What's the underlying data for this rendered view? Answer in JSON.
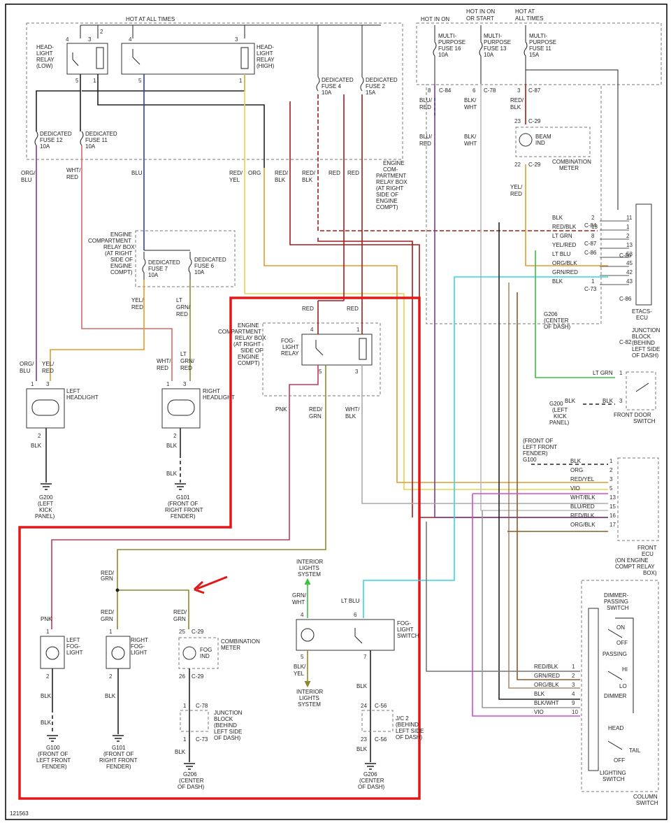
{
  "title": "",
  "figure_id": "121563",
  "colors": {
    "frame": "#000000",
    "highlight": "#e01818",
    "black": "#222222",
    "red": "#a01c1c",
    "orange": "#e59a2c",
    "yellow": "#e8d44a",
    "blue": "#3040a0",
    "purple": "#7a3c8a",
    "white": "#aaaaaa",
    "green": "#3cc13c",
    "ltblue": "#36d6e4",
    "violet": "#d44ad4",
    "brown": "#8b5a2b",
    "olive": "#8a8a2a"
  },
  "supply": {
    "hot_all_top": "HOT AT ALL TIMES",
    "hot_in_on": "HOT IN ON",
    "hot_on_start": [
      "HOT IN ON",
      "OR START"
    ],
    "hot_all_right": [
      "HOT AT",
      "ALL TIMES"
    ]
  },
  "relays": {
    "headlight_low": [
      "HEAD-",
      "LIGHT",
      "RELAY",
      "(LOW)"
    ],
    "headlight_high": [
      "HEAD-",
      "LIGHT",
      "RELAY",
      "(HIGH)"
    ],
    "fog_relay": [
      "FOG-",
      "LIGHT",
      "RELAY"
    ]
  },
  "fuses": {
    "ded4": [
      "DEDICATED",
      "FUSE 4",
      "10A"
    ],
    "ded2": [
      "DEDICATED",
      "FUSE 2",
      "15A"
    ],
    "ded12": [
      "DEDICATED",
      "FUSE 12",
      "10A"
    ],
    "ded11": [
      "DEDICATED",
      "FUSE 11",
      "10A"
    ],
    "ded7": [
      "DEDICATED",
      "FUSE 7",
      "10A"
    ],
    "ded6": [
      "DEDICATED",
      "FUSE 6",
      "10A"
    ],
    "mp16": [
      "MULTI-",
      "PURPOSE",
      "FUSE 16",
      "10A"
    ],
    "mp13": [
      "MULTI-",
      "PURPOSE",
      "FUSE 13",
      "10A"
    ],
    "mp11": [
      "MULTI-",
      "PURPOSE",
      "FUSE 11",
      "15A"
    ]
  },
  "boxes": {
    "ecrb_right": [
      "ENGINE",
      "COM-",
      "PARTMENT",
      "RELAY BOX",
      "(AT RIGHT",
      "SIDE OF",
      "ENGINE",
      "COMPT)"
    ],
    "ecrb_mid": [
      "ENGINE",
      "COMPARTMENT",
      "RELAY BOX",
      "(AT RIGHT",
      "SIDE OF",
      "ENGINE",
      "COMPT)"
    ],
    "ecrb_fog": [
      "ENGINE",
      "COMPARTMENT",
      "RELAY BOX",
      "(AT RIGHT",
      "SIDE OF",
      "ENGINE",
      "COMPT)"
    ],
    "combination_meter": [
      "COMBINATION",
      "METER"
    ],
    "beam_ind": [
      "BEAM",
      "IND"
    ],
    "etacs": [
      "ETACS-",
      "ECU"
    ],
    "junction_block": [
      "JUNCTION",
      "BLOCK",
      "(BEHIND",
      "LEFT SIDE",
      "OF DASH)"
    ],
    "front_door_switch": [
      "FRONT DOOR",
      "SWITCH"
    ],
    "front_ecu": [
      "FRONT",
      "ECU",
      "(ON ENGINE",
      "COMPT RELAY",
      "BOX)"
    ],
    "dimmer_switch": [
      "DIMMER-",
      "PASSING",
      "SWITCH"
    ],
    "lighting_switch": [
      "LIGHTING",
      "SWITCH"
    ],
    "column_switch": [
      "COLUMN",
      "SWITCH"
    ],
    "left_headlight": [
      "LEFT",
      "HEADLIGHT"
    ],
    "right_headlight": [
      "RIGHT",
      "HEADLIGHT"
    ],
    "left_fog": [
      "LEFT",
      "FOG-",
      "LIGHT"
    ],
    "right_fog": [
      "RIGHT",
      "FOG-",
      "LIGHT"
    ],
    "fog_ind": [
      "FOG",
      "IND"
    ],
    "comb_meter2": [
      "COMBINATION",
      "METER"
    ],
    "fog_switch": [
      "FOG-",
      "LIGHT",
      "SWITCH"
    ],
    "int_lights_top": [
      "INTERIOR",
      "LIGHTS",
      "SYSTEM"
    ],
    "int_lights_bottom": [
      "INTERIOR",
      "LIGHTS",
      "SYSTEM"
    ],
    "jb2": [
      "JUNCTION",
      "BLOCK",
      "(BEHIND",
      "LEFT SIDE",
      "OF DASH)"
    ],
    "jc2": [
      "J/C 2",
      "(BEHIND",
      "LEFT SIDE",
      "OF DASH)"
    ]
  },
  "dimmer_labels": [
    "ON",
    "OFF",
    "PASSING",
    "HI",
    "LO",
    "DIMMER",
    "HEAD",
    "TAIL",
    "OFF"
  ],
  "grounds": {
    "g200_a": [
      "G200",
      "(LEFT",
      "KICK",
      "PANEL)"
    ],
    "g101_a": [
      "G101",
      "(FRONT OF",
      "RIGHT FRONT",
      "FENDER)"
    ],
    "g206_a": [
      "G206",
      "(CENTER",
      "OF DASH)"
    ],
    "g200_b": [
      "G200",
      "(LEFT",
      "KICK",
      "PANEL)"
    ],
    "g100_a": [
      "(FRONT OF",
      "LEFT FRONT",
      "FENDER)",
      "G100"
    ],
    "g100_b": [
      "G100",
      "(FRONT OF",
      "LEFT FRONT",
      "FENDER)"
    ],
    "g101_b": [
      "G101",
      "(FRONT OF",
      "RIGHT FRONT",
      "FENDER)"
    ],
    "g206_b": [
      "G206",
      "(CENTER",
      "OF DASH)"
    ],
    "g206_c": [
      "G206",
      "(CENTER",
      "OF DASH)"
    ]
  },
  "wire_labels": {
    "org_blu": [
      "ORG/",
      "BLU"
    ],
    "wht_red": [
      "WHT/",
      "RED"
    ],
    "blu": "BLU",
    "red_yel": [
      "RED/",
      "YEL"
    ],
    "org": "ORG",
    "red_blk": [
      "RED/",
      "BLK"
    ],
    "red_blk2": [
      "RED/",
      "BLK"
    ],
    "red": "RED",
    "blu_red": [
      "BLU/",
      "RED"
    ],
    "blk_wht": [
      "BLK/",
      "WHT"
    ],
    "red_blk3": [
      "RED/",
      "BLK"
    ],
    "yel_red": [
      "YEL/",
      "RED"
    ],
    "yel_red2": [
      "YEL/",
      "RED"
    ],
    "lt_grn_red": [
      "LT",
      "GRN/",
      "RED"
    ],
    "org_blu2": [
      "ORG/",
      "BLU"
    ],
    "yel_red3": [
      "YEL/",
      "RED"
    ],
    "wht_red2": [
      "WHT/",
      "RED"
    ],
    "lt_grn_red2": [
      "LT",
      "GRN/",
      "RED"
    ],
    "blk": "BLK",
    "pnk": "PNK",
    "red_grn": [
      "RED/",
      "GRN"
    ],
    "wht_blk": [
      "WHT/",
      "BLK"
    ],
    "grn_wht": [
      "GRN/",
      "WHT"
    ],
    "lt_blu": "LT BLU",
    "blk_yel": [
      "BLK/",
      "YEL"
    ]
  },
  "etacs_rows": [
    {
      "wire": "BLK",
      "pin": "2",
      "conn": "C-84",
      "pin2": "11"
    },
    {
      "wire": "RED/BLK",
      "pin": "13",
      "conn": "",
      "pin2": "1"
    },
    {
      "wire": "LT GRN",
      "pin": "8",
      "conn": "C-87",
      "pin2": "2"
    },
    {
      "wire": "YEL/RED",
      "pin": "",
      "conn": "C-86",
      "pin2": "13"
    },
    {
      "wire": "LT BLU",
      "pin": "",
      "conn": "",
      "pin2": "53"
    },
    {
      "wire": "ORG/BLK",
      "pin": "",
      "conn": "",
      "pin2": "45"
    },
    {
      "wire": "GRN/RED",
      "pin": "",
      "conn": "",
      "pin2": "42"
    },
    {
      "wire": "BLK",
      "pin": "1",
      "conn": "C-73",
      "pin2": "43"
    }
  ],
  "etacs_conn_labels": [
    "C-86",
    "C-86",
    "C-82"
  ],
  "front_ecu_rows": [
    {
      "wire": "BLK",
      "pin": "1"
    },
    {
      "wire": "ORG",
      "pin": "2"
    },
    {
      "wire": "RED/YEL",
      "pin": "3"
    },
    {
      "wire": "VIO",
      "pin": "5"
    },
    {
      "wire": "WHT/BLK",
      "pin": "13"
    },
    {
      "wire": "BLU/RED",
      "pin": "15"
    },
    {
      "wire": "RED/BLK",
      "pin": "16"
    },
    {
      "wire": "ORG/BLK",
      "pin": "17"
    }
  ],
  "column_rows": [
    {
      "wire": "RED/BLK",
      "pin": "1"
    },
    {
      "wire": "GRN/RED",
      "pin": "2"
    },
    {
      "wire": "ORG/BLK",
      "pin": "3"
    },
    {
      "wire": "BLK",
      "pin": "4"
    },
    {
      "wire": "BLK/WHT",
      "pin": "9"
    },
    {
      "wire": "VIO",
      "pin": "10"
    }
  ],
  "connectors": {
    "c84": "C-84",
    "c78": "C-78",
    "c87": "C-87",
    "c29": "C-29",
    "c56": "C-56",
    "c73": "C-73"
  },
  "pins": {
    "p1": "1",
    "p2": "2",
    "p3": "3",
    "p4": "4",
    "p5": "5",
    "p6": "6",
    "p7": "7",
    "p8": "8",
    "p22": "22",
    "p23": "23",
    "p24": "24",
    "p25": "25",
    "p26": "26"
  }
}
